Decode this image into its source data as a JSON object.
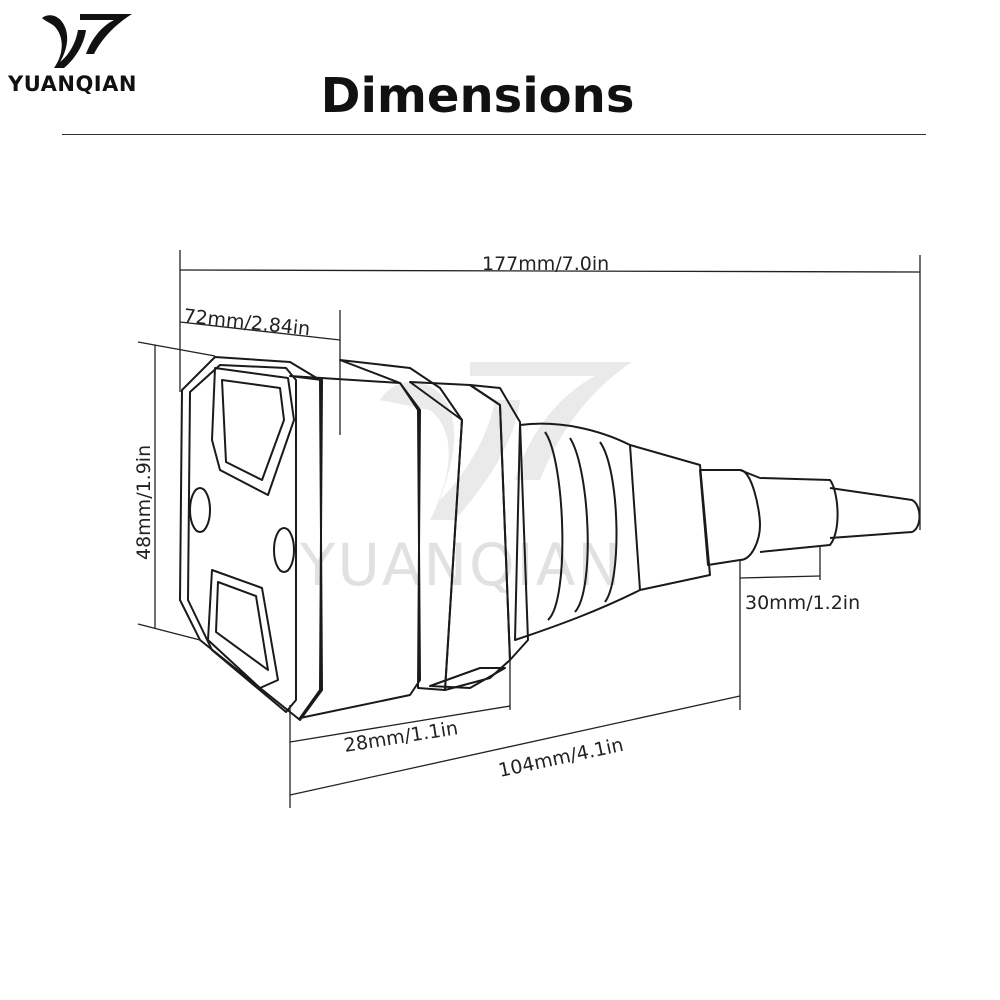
{
  "brand": {
    "name": "YUANQIAN",
    "watermark": "YUANQIAN",
    "logo_icon": "yuanqian-logo-icon"
  },
  "title": "Dimensions",
  "dimensions": {
    "overall_length": "177mm/7.0in",
    "guard_width": "72mm/2.84in",
    "height": "48mm/1.9in",
    "shaft_length": "30mm/1.2in",
    "puck_depth": "28mm/1.1in",
    "body_length": "104mm/4.1in"
  },
  "colors": {
    "line": "#222222",
    "watermark": "#c9c9c9"
  }
}
